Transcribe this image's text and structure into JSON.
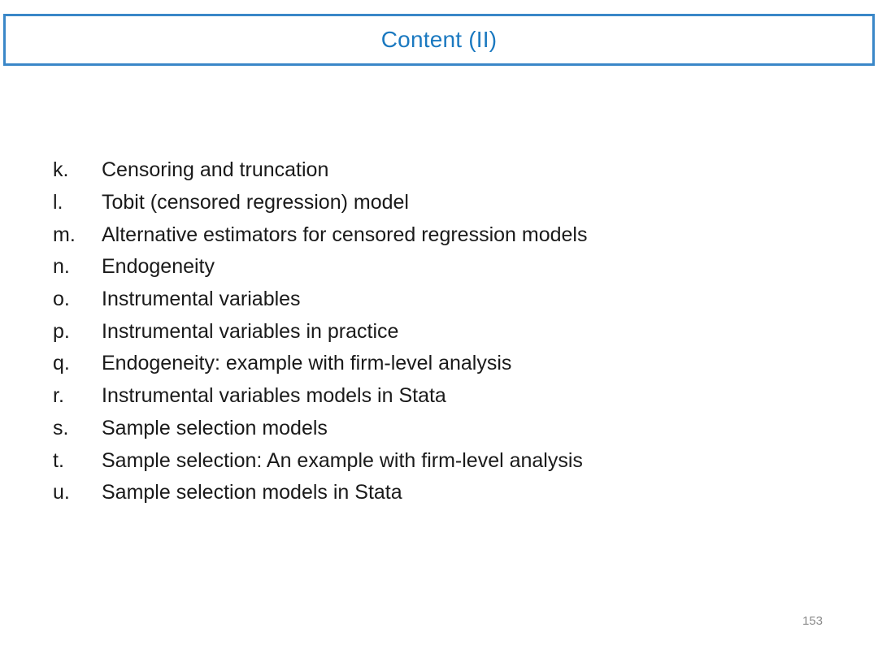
{
  "slide": {
    "title": "Content (II)",
    "page_number": "153",
    "colors": {
      "title_text": "#1b79c0",
      "box_border": "#3a87c8",
      "body_text": "#1a1a1a",
      "page_number_text": "#8a8a8a"
    },
    "list": [
      {
        "marker": "k.",
        "text": "Censoring and truncation"
      },
      {
        "marker": "l.",
        "text": "Tobit (censored regression) model"
      },
      {
        "marker": "m.",
        "text": "Alternative estimators for censored regression models"
      },
      {
        "marker": "n.",
        "text": "Endogeneity"
      },
      {
        "marker": "o.",
        "text": "Instrumental variables"
      },
      {
        "marker": "p.",
        "text": "Instrumental variables in practice"
      },
      {
        "marker": "q.",
        "text": "Endogeneity: example with firm-level analysis"
      },
      {
        "marker": "r.",
        "text": "Instrumental variables models in Stata"
      },
      {
        "marker": "s.",
        "text": "Sample selection models"
      },
      {
        "marker": "t.",
        "text": "Sample selection: An example with firm-level analysis"
      },
      {
        "marker": "u.",
        "text": "Sample selection models in Stata"
      }
    ]
  }
}
